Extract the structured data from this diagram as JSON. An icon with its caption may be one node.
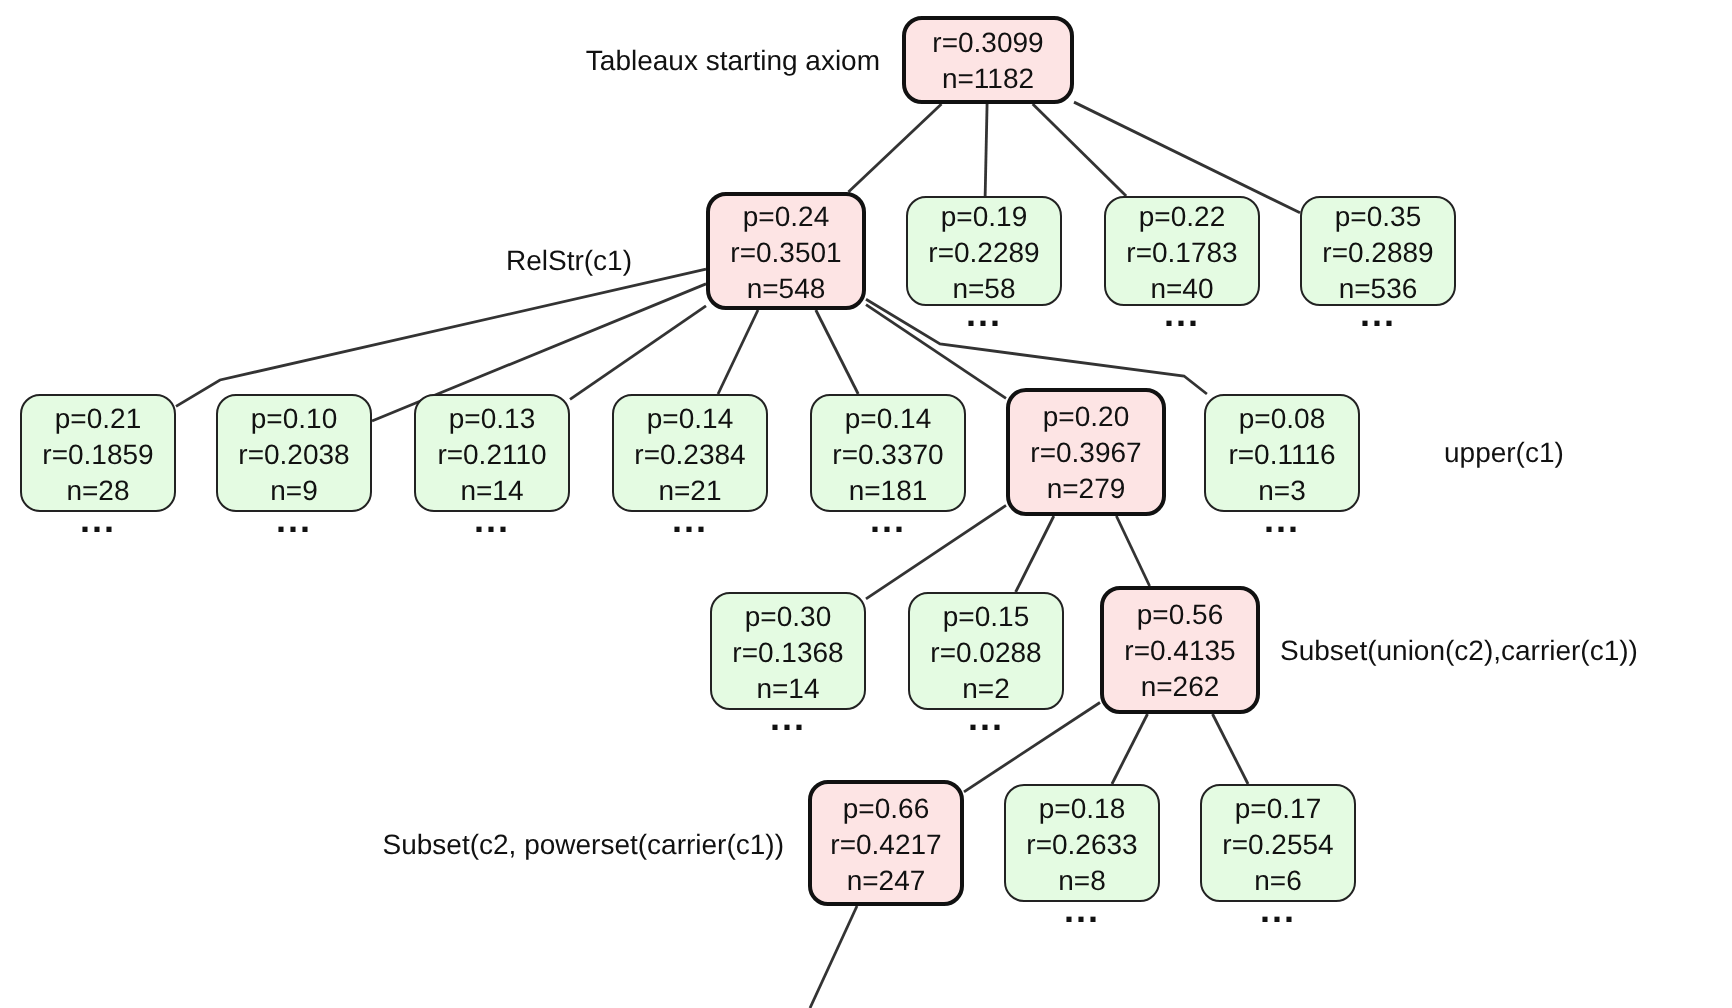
{
  "diagram": {
    "nodes": [
      {
        "text": [
          "r=0.3099",
          "n=1182"
        ],
        "beside": [
          "Tableaux starting axiom"
        ]
      },
      {
        "text": [
          "p=0.24",
          "r=0.3501",
          "n=548"
        ],
        "beside": [
          "RelStr(c1)"
        ]
      },
      {
        "text": [
          "p=0.19",
          "r=0.2289",
          "n=58"
        ],
        "beside": [
          "..."
        ]
      },
      {
        "text": [
          "p=0.22",
          "r=0.1783",
          "n=40"
        ],
        "beside": [
          "..."
        ]
      },
      {
        "text": [
          "p=0.35",
          "r=0.2889",
          "n=536"
        ],
        "beside": [
          "..."
        ]
      },
      {
        "text": [
          "p=0.21",
          "r=0.1859",
          "n=28"
        ],
        "beside": [
          "..."
        ]
      },
      {
        "text": [
          "p=0.10",
          "r=0.2038",
          "n=9"
        ],
        "beside": [
          "..."
        ]
      },
      {
        "text": [
          "p=0.13",
          "r=0.2110",
          "n=14"
        ],
        "beside": [
          "..."
        ]
      },
      {
        "text": [
          "p=0.14",
          "r=0.2384",
          "n=21"
        ],
        "beside": [
          "..."
        ]
      },
      {
        "text": [
          "p=0.14",
          "r=0.3370",
          "n=181"
        ],
        "beside": [
          "..."
        ]
      },
      {
        "text": [
          "p=0.20",
          "r=0.3967",
          "n=279"
        ]
      },
      {
        "text": [
          "p=0.08",
          "r=0.1116",
          "n=3"
        ],
        "beside": [
          "..."
        ]
      },
      {
        "text": [
          "p=0.30",
          "r=0.1368",
          "n=14"
        ],
        "beside": [
          "..."
        ]
      },
      {
        "text": [
          "p=0.15",
          "r=0.0288",
          "n=2"
        ],
        "beside": [
          "..."
        ]
      },
      {
        "text": [
          "p=0.56",
          "r=0.4135",
          "n=262"
        ],
        "beside": [
          "Subset(union(c2),carrier(c1))"
        ]
      },
      {
        "text": [
          "p=0.66",
          "r=0.4217",
          "n=247"
        ],
        "beside": [
          "Subset(c2, powerset(carrier(c1))"
        ]
      },
      {
        "text": [
          "p=0.18",
          "r=0.2633",
          "n=8"
        ],
        "beside": [
          "..."
        ]
      },
      {
        "text": [
          "p=0.17",
          "r=0.2554",
          "n=6"
        ],
        "beside": [
          "..."
        ]
      }
    ],
    "edges": [
      {
        "from": 0,
        "to": 1,
        "arrow": "none"
      },
      {
        "from": 0,
        "to": 2,
        "arrow": "none"
      },
      {
        "from": 0,
        "to": 3,
        "arrow": "none"
      },
      {
        "from": 0,
        "to": 4,
        "arrow": "none"
      },
      {
        "from": 1,
        "to": 5,
        "arrow": "none"
      },
      {
        "from": 1,
        "to": 6,
        "arrow": "none"
      },
      {
        "from": 1,
        "to": 7,
        "arrow": "none"
      },
      {
        "from": 1,
        "to": 8,
        "arrow": "none"
      },
      {
        "from": 1,
        "to": 9,
        "arrow": "none"
      },
      {
        "from": 1,
        "to": 10,
        "arrow": "none"
      },
      {
        "from": 1,
        "to": 11,
        "arrow": "none"
      },
      {
        "from": 10,
        "to": 12,
        "arrow": "none"
      },
      {
        "from": 10,
        "to": 13,
        "arrow": "none"
      },
      {
        "from": 10,
        "to": 14,
        "arrow": "none"
      },
      {
        "from": 14,
        "to": 15,
        "arrow": "none"
      },
      {
        "from": 14,
        "to": 16,
        "arrow": "none"
      },
      {
        "from": 14,
        "to": 17,
        "arrow": "none"
      },
      {
        "from": 15,
        "to": null,
        "arrow": "none"
      }
    ],
    "labels": [
      "upper(c1)"
    ]
  }
}
